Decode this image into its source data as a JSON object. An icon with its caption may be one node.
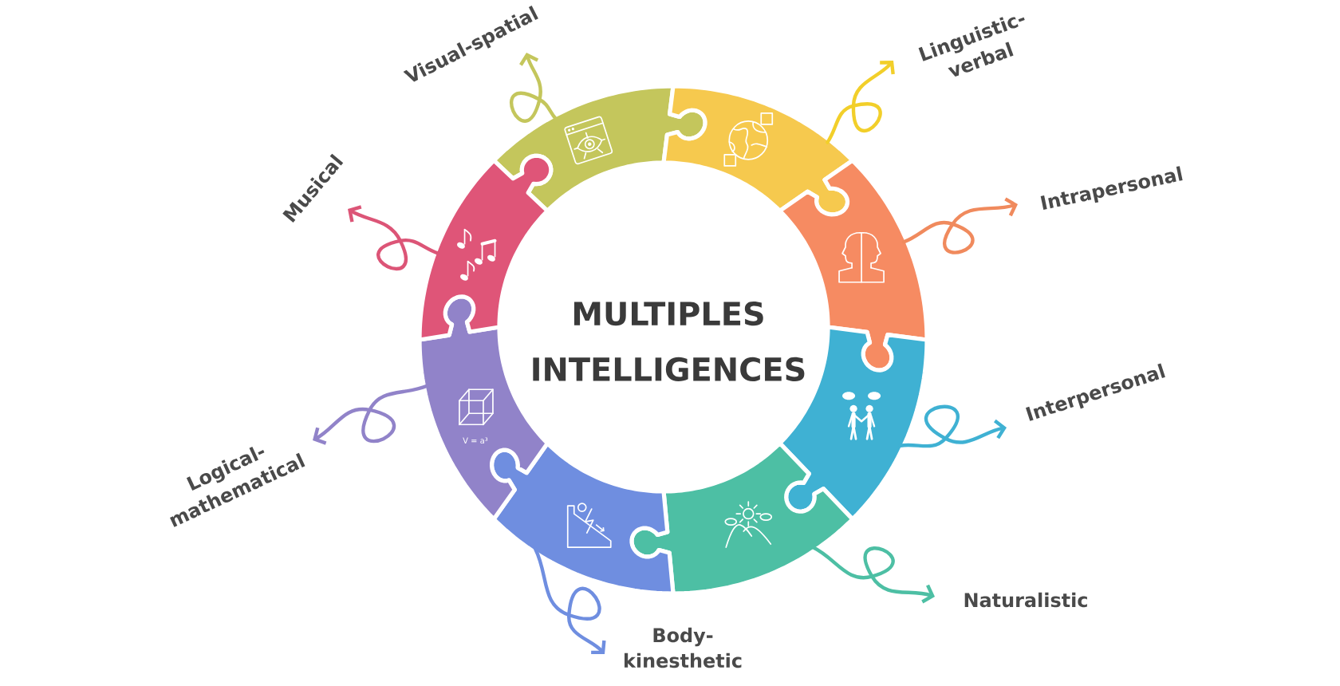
{
  "diagram": {
    "title": "MULTIPLES INTELLIGENCES",
    "nodes": [
      {
        "text": [],
        "shape": "puzzle"
      },
      {
        "text": [],
        "shape": "puzzle"
      },
      {
        "text": [],
        "shape": "puzzle"
      },
      {
        "text": [],
        "shape": "puzzle"
      },
      {
        "text": [],
        "shape": "puzzle"
      },
      {
        "text": [],
        "shape": "puzzle"
      },
      {
        "text": [],
        "shape": "puzzle"
      },
      {
        "text": [],
        "shape": "puzzle"
      },
      {
        "text": [
          "Visual-spatial"
        ]
      },
      {
        "text": [
          "Linguistic- verbal"
        ]
      },
      {
        "text": [
          "Intrapersonal"
        ]
      },
      {
        "text": [
          "Interpersonal"
        ]
      },
      {
        "text": [
          "Naturalistic"
        ]
      },
      {
        "text": [
          "Body- kinesthetic"
        ]
      },
      {
        "text": [
          "Logical- mathematical"
        ]
      },
      {
        "text": [
          "Musical"
        ]
      }
    ],
    "edges": [
      {
        "from": 0,
        "to": 8,
        "arrow": "to",
        "color": "#c4c65c"
      },
      {
        "from": 1,
        "to": 9,
        "arrow": "to",
        "color": "#f2cf2a"
      },
      {
        "from": 2,
        "to": 10,
        "arrow": "to",
        "color": "#f08a5d"
      },
      {
        "from": 3,
        "to": 11,
        "arrow": "to",
        "color": "#3fb1d3"
      },
      {
        "from": 4,
        "to": 12,
        "arrow": "to",
        "color": "#4dbfa4"
      },
      {
        "from": 5,
        "to": 13,
        "arrow": "to",
        "color": "#6f8ee0"
      },
      {
        "from": 6,
        "to": 14,
        "arrow": "to",
        "color": "#9183c9"
      },
      {
        "from": 7,
        "to": 15,
        "arrow": "to",
        "color": "#dc5577"
      }
    ],
    "labels": [
      "V = a³"
    ]
  }
}
